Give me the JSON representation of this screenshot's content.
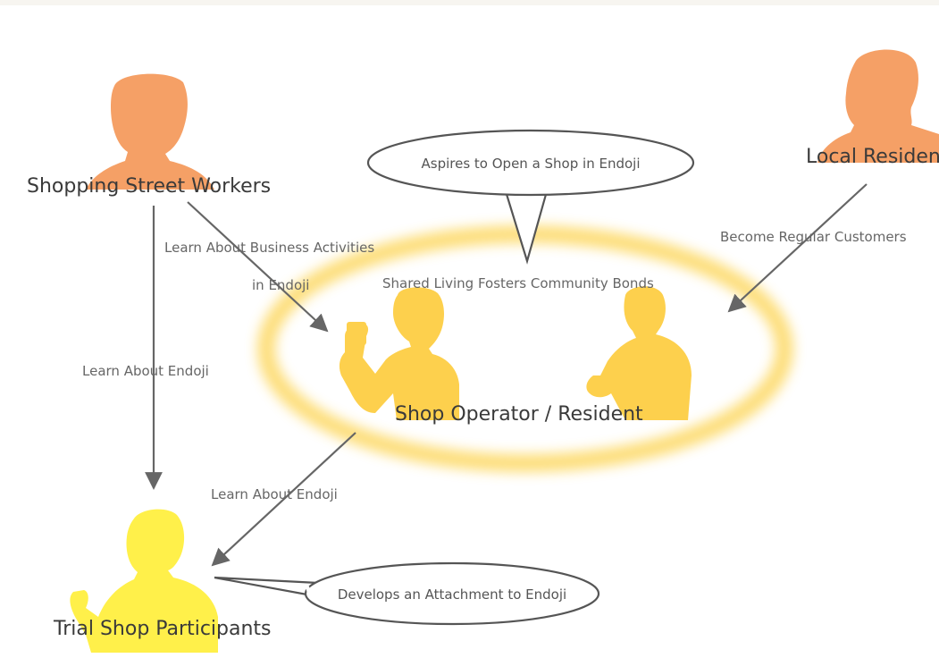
{
  "nodes": {
    "workers": "Shopping Street Workers",
    "residents": "Local Residents",
    "operator": "Shop Operator / Resident",
    "trial": "Trial Shop Participants"
  },
  "edges": {
    "workers_to_operator_line1": "Learn About Business Activities",
    "workers_to_operator_line2": "in Endoji",
    "workers_to_trial": "Learn About Endoji",
    "operator_to_trial": "Learn About Endoji",
    "residents_to_operator": "Become Regular Customers",
    "community_note": "Shared Living Fosters Community Bonds"
  },
  "bubbles": {
    "aspire": "Aspires to Open a Shop in Endoji",
    "attachment": "Develops an Attachment to Endoji"
  },
  "colors": {
    "orange_figure": "#F5A066",
    "yellow_figure": "#FDD04D",
    "bright_yellow_figure": "#FFF04A",
    "glow_ring": "#FDDA6A",
    "arrow": "#666666",
    "bubble_stroke": "#555555"
  }
}
